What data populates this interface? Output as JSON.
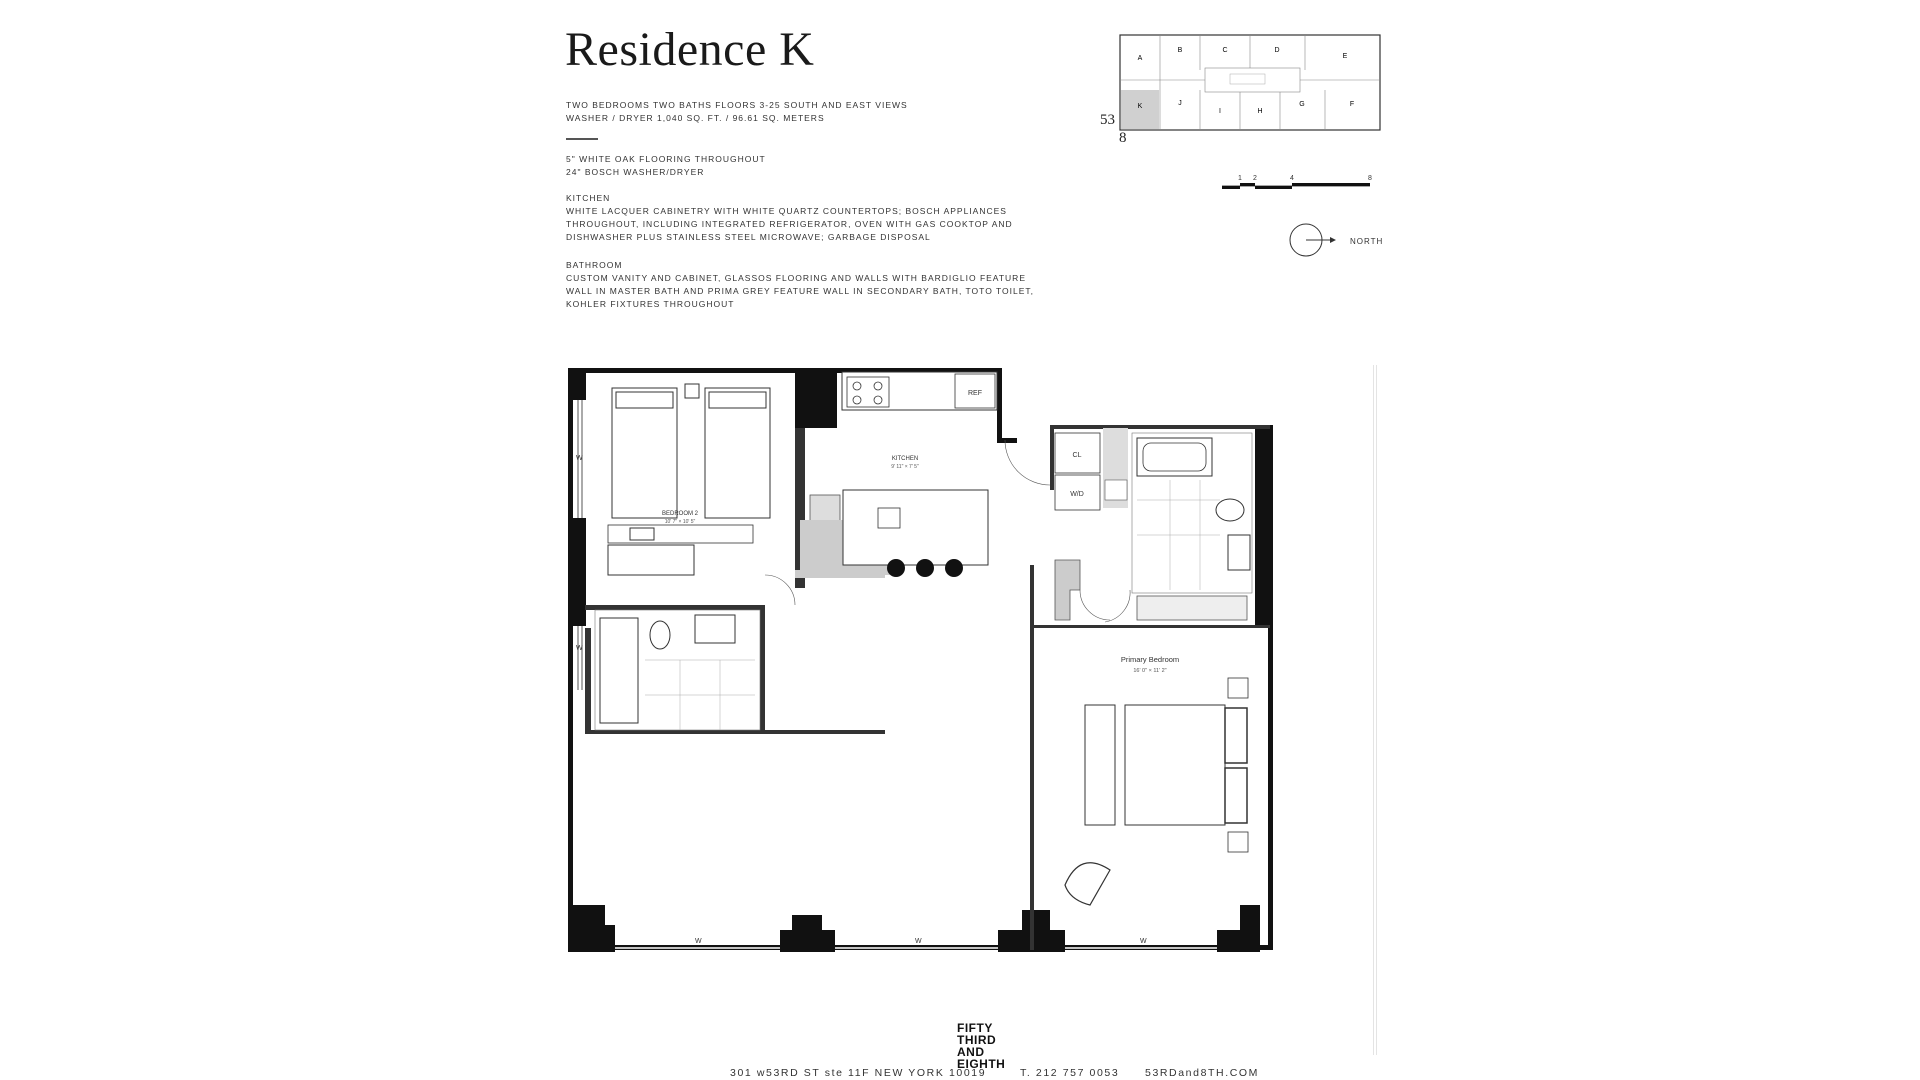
{
  "title": "Residence K",
  "specs": {
    "line1": "TWO   BEDROOMS   TWO BATHS   FLOORS 3-25   SOUTH AND EAST VIEWS",
    "line2": "WASHER / DRYER   1,040 SQ. FT. / 96.61 SQ. METERS",
    "flooring": "5\" WHITE OAK FLOORING THROUGHOUT",
    "washer": "24\" BOSCH WASHER/DRYER",
    "kitchen_heading": "KITCHEN",
    "kitchen_1": "WHITE LACQUER CABINETRY WITH WHITE QUARTZ COUNTERTOPS; BOSCH APPLIANCES",
    "kitchen_2": "THROUGHOUT, INCLUDING INTEGRATED REFRIGERATOR, OVEN WITH GAS COOKTOP AND",
    "kitchen_3": "DISHWASHER PLUS STAINLESS STEEL MICROWAVE; GARBAGE DISPOSAL",
    "bathroom_heading": "BATHROOM",
    "bathroom_1": "CUSTOM VANITY AND CABINET, GLASSOS FLOORING AND WALLS WITH BARDIGLIO FEATURE",
    "bathroom_2": "WALL IN MASTER BATH AND PRIMA GREY FEATURE WALL IN SECONDARY BATH, TOTO TOILET,",
    "bathroom_3": "KOHLER FIXTURES THROUGHOUT"
  },
  "keyplan": {
    "floor_big": "53",
    "floor_small": "8",
    "units_top": [
      "A",
      "B",
      "C",
      "D",
      "E"
    ],
    "units_bottom": [
      "K",
      "J",
      "I",
      "H",
      "G",
      "F"
    ],
    "highlight": "K"
  },
  "scale": {
    "ticks": [
      "1",
      "2",
      "4",
      "8"
    ]
  },
  "north_label": "NORTH",
  "plan": {
    "ref": "REF",
    "kitchen": "KITCHEN",
    "kitchen_dim": "9' 11\" × 7' 5\"",
    "bedroom2": "BEDROOM 2",
    "bedroom2_dim": "10' 7\" × 10' 5\"",
    "cl": "CL",
    "wd": "W/D",
    "primary": "Primary Bedroom",
    "primary_dim": "16' 0\" × 11' 2\"",
    "window_label": "W"
  },
  "footer": {
    "address": "301 w53RD ST ste 11F  NEW YORK  10019",
    "phone": "T.  212 757 0053",
    "web": "53RDand8TH.COM"
  },
  "logo": {
    "l1": "FIFTY",
    "l2": "THIRD",
    "l3": "AND",
    "l4": "EIGHTH"
  }
}
